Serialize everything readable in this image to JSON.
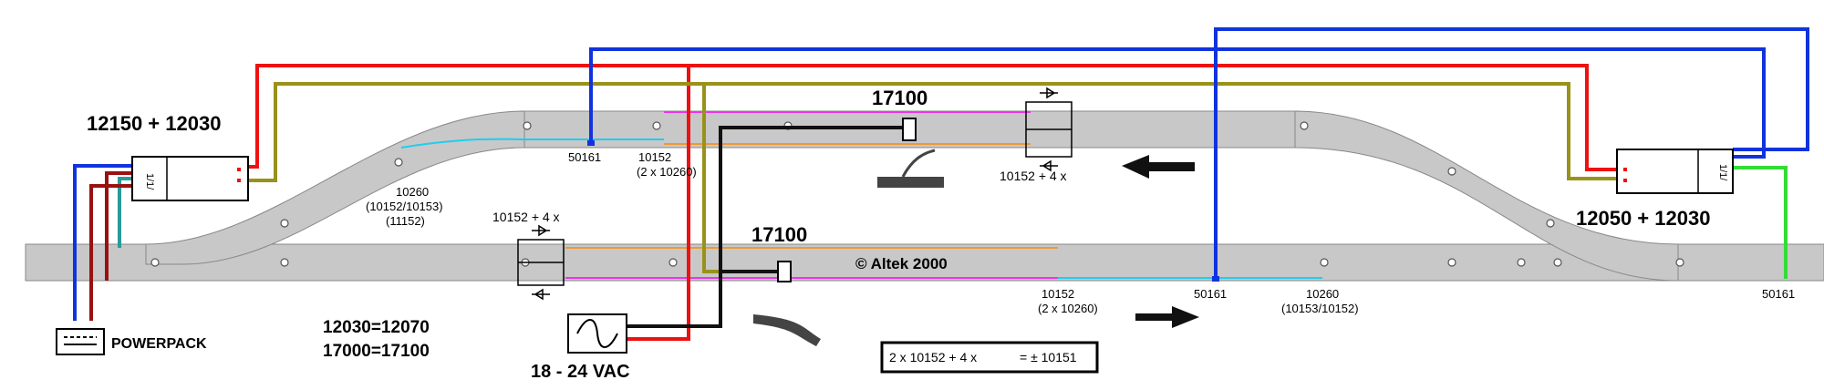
{
  "modules": {
    "left_title": "12150 + 12030",
    "right_title": "12050 + 12030",
    "signal_top": "17100",
    "signal_bottom": "17100"
  },
  "labels": {
    "powerpack": "POWERPACK",
    "supply": "18 - 24 VAC",
    "eq1": "12030=12070",
    "eq2": "17000=17100",
    "copyright": "© Altek 2000",
    "diode_top": "10152 + 4 x",
    "diode_bottom": "10152 + 4 x",
    "legend_text": "2 x 10152 + 4 x",
    "legend_tail": "= ± 10151",
    "curve_tick_1": "10260",
    "curve_tick_2": "(10152/10153)",
    "curve_tick_3": "(11152)",
    "feed_top": "50161",
    "iso_top_1": "10152",
    "iso_top_2": "(2 x 10260)",
    "iso_bottom_1": "10152",
    "iso_bottom_2": "(2 x 10260)",
    "feed_bottom": "50161",
    "curve_bottom_1": "10260",
    "curve_bottom_2": "(10153/10152)",
    "feed_right": "50161"
  },
  "colors": {
    "track": "#c8c8c8",
    "red": "#ee1111",
    "blue": "#1133dd",
    "olive": "#99921a",
    "black": "#111111",
    "cyan": "#22ccee",
    "magenta": "#ee33ee",
    "orange": "#ee9933",
    "green": "#33dd33",
    "teal": "#2a9a9a",
    "darkred": "#991111"
  }
}
